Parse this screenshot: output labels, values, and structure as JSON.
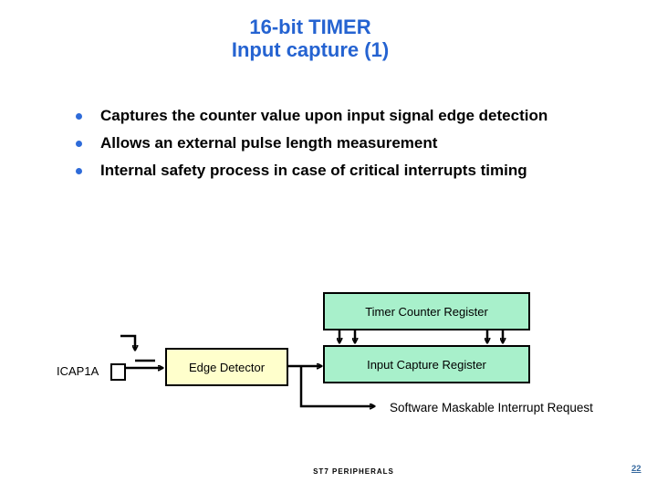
{
  "slide": {
    "title": {
      "line1": "16-bit TIMER",
      "line2": "Input capture (1)"
    },
    "bullets": [
      "Captures the counter value upon input signal edge detection",
      "Allows an external pulse length measurement",
      "Internal safety process in case of critical interrupts timing"
    ],
    "diagram": {
      "timer_counter_register": "Timer Counter Register",
      "input_capture_register": "Input Capture Register",
      "edge_detector": "Edge Detector",
      "input_pin_label": "ICAP1A",
      "interrupt_label": "Software Maskable Interrupt Request"
    },
    "footer": {
      "left": "ST7 PERIPHERALS",
      "page_number": "22"
    }
  },
  "colors": {
    "title-blue": "#2563D1",
    "bullet-blue": "#2E6BD9",
    "register-green": "#A8F0CB",
    "detector-yellow": "#FFFFCC",
    "page-number-blue": "#35689E",
    "line-black": "#000000"
  }
}
